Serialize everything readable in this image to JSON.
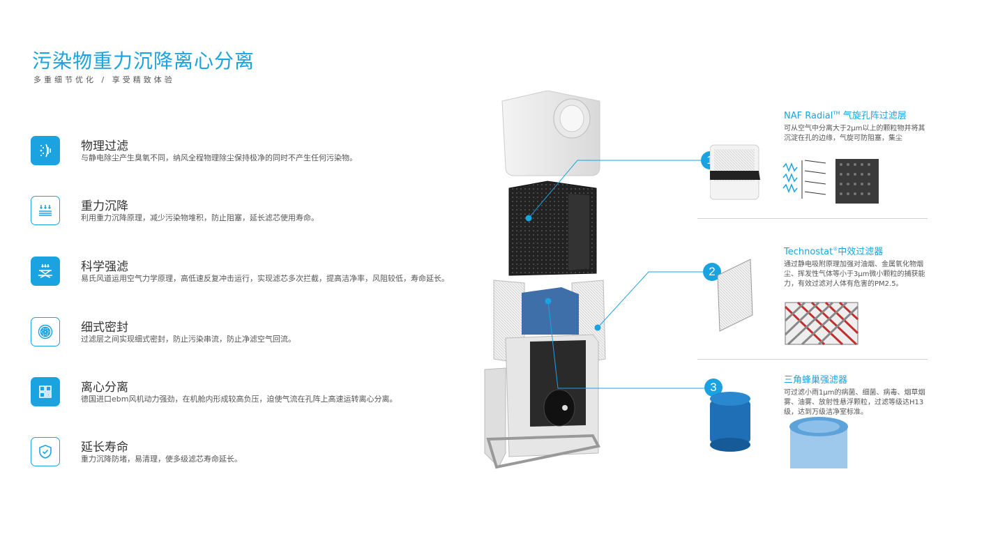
{
  "header": {
    "title": "污染物重力沉降离心分离",
    "subtitle": "多重细节优化 / 享受精致体验"
  },
  "features": [
    {
      "title": "物理过滤",
      "desc": "与静电除尘产生臭氧不同，纳风全程物理除尘保持极净的同时不产生任何污染物。",
      "icon": "particle-filter-icon"
    },
    {
      "title": "重力沉降",
      "desc": "利用重力沉降原理，减少污染物堆积，防止阻塞，延长滤芯使用寿命。",
      "icon": "gravity-settle-icon"
    },
    {
      "title": "科学强滤",
      "desc": "易氏风道运用空气力学原理，高低速反复冲击运行，实现滤芯多次拦截，提高洁净率，风阻较低，寿命延长。",
      "icon": "strong-filter-icon"
    },
    {
      "title": "细式密封",
      "desc": "过滤层之间实现细式密封，防止污染串流，防止净滤空气回流。",
      "icon": "seal-icon"
    },
    {
      "title": "离心分离",
      "desc": "德国进口ebm风机动力强劲，在机舱内形成较高负压，迫使气流在孔阵上高速运转离心分离。",
      "icon": "centrifuge-icon"
    },
    {
      "title": "延长寿命",
      "desc": "重力沉降防堵，易清理，使多级滤芯寿命延长。",
      "icon": "shield-check-icon"
    }
  ],
  "specs": [
    {
      "number": "1",
      "title_main": "NAF Radial",
      "title_sup": "TM",
      "title_rest": " 气旋孔阵过滤层",
      "desc": "可从空气中分离大于2μm以上的颗粒物并将其沉淀在孔的边缘，气旋可防阻塞，集尘"
    },
    {
      "number": "2",
      "title_main": "Technostat",
      "title_sup": "®",
      "title_rest": "中效过滤器",
      "desc": "通过静电吸附原理加强对油烟、金属氧化物烟尘、挥发性气体等小于3μm微小颗粒的捕获能力，有效过滤对人体有危害的PM2.5。"
    },
    {
      "number": "3",
      "title_main": "三角蜂巢强滤器",
      "title_sup": "",
      "title_rest": "",
      "desc": "可过滤小雨1μm的病菌、细菌、病毒、烟草烟雾、油雾、放射性悬浮颗粒，过滤等级达H13级，达到万级洁净室标准。"
    }
  ],
  "colors": {
    "accent": "#1aa3e0",
    "text": "#444444",
    "divider": "#cfcfcf"
  }
}
